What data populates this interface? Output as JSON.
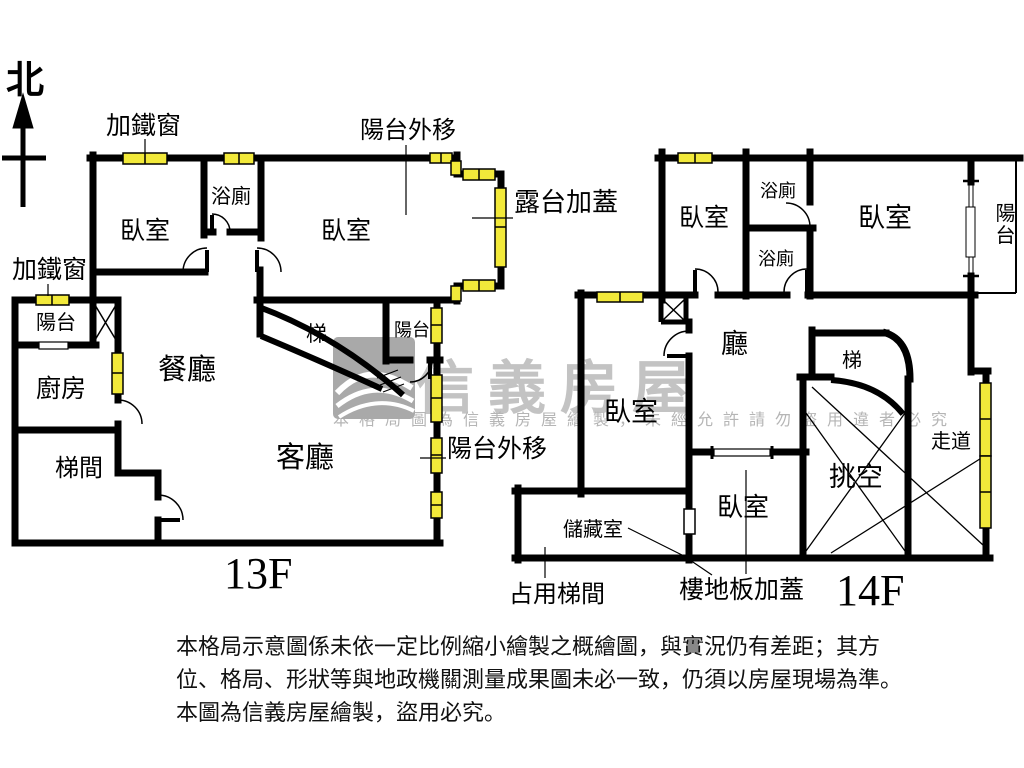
{
  "compass": {
    "north_label": "北"
  },
  "f13": {
    "floor_label": "13F",
    "iron_window_top": "加鐵窗",
    "iron_window_left": "加鐵窗",
    "balcony_shift_top": "陽台外移",
    "balcony_shift_right": "陽台外移",
    "terrace_capped": "露台加蓋",
    "bedroom_left": "臥室",
    "bedroom_right": "臥室",
    "bathroom": "浴廁",
    "dining": "餐廳",
    "living": "客廳",
    "kitchen": "廚房",
    "balcony_left": "陽台",
    "balcony_mid": "陽台",
    "stairwell": "梯間",
    "stair": "梯"
  },
  "f14": {
    "floor_label": "14F",
    "bedroom_top_left": "臥室",
    "bedroom_top_right": "臥室",
    "bedroom_mid_left": "臥室",
    "bedroom_bottom": "臥室",
    "bath_upper": "浴廁",
    "bath_lower": "浴廁",
    "hall": "廳",
    "stair": "梯",
    "void": "挑空",
    "corridor": "走道",
    "storage": "儲藏室",
    "occupied_stairwell": "占用梯間",
    "floor_capped": "樓地板加蓋",
    "balcony_right": "陽台"
  },
  "watermark": {
    "brand": "信義房屋",
    "notice": "本格局圖為信義房屋繪製，未經允許請勿盜用違者必究"
  },
  "disclaimer": {
    "line1": "本格局示意圖係未依一定比例縮小繪製之概繪圖，與實況仍有差距；其方",
    "line2": "位、格局、形狀等與地政機關測量成果圖未必一致，仍須以房屋現場為準。",
    "line3": "本圖為信義房屋繪製，盜用必究。"
  },
  "colors": {
    "wall": "#000000",
    "window_yellow": "#f2e93a",
    "watermark_gray": "#c3c3c3",
    "logo_gray": "#a9a9a9"
  }
}
